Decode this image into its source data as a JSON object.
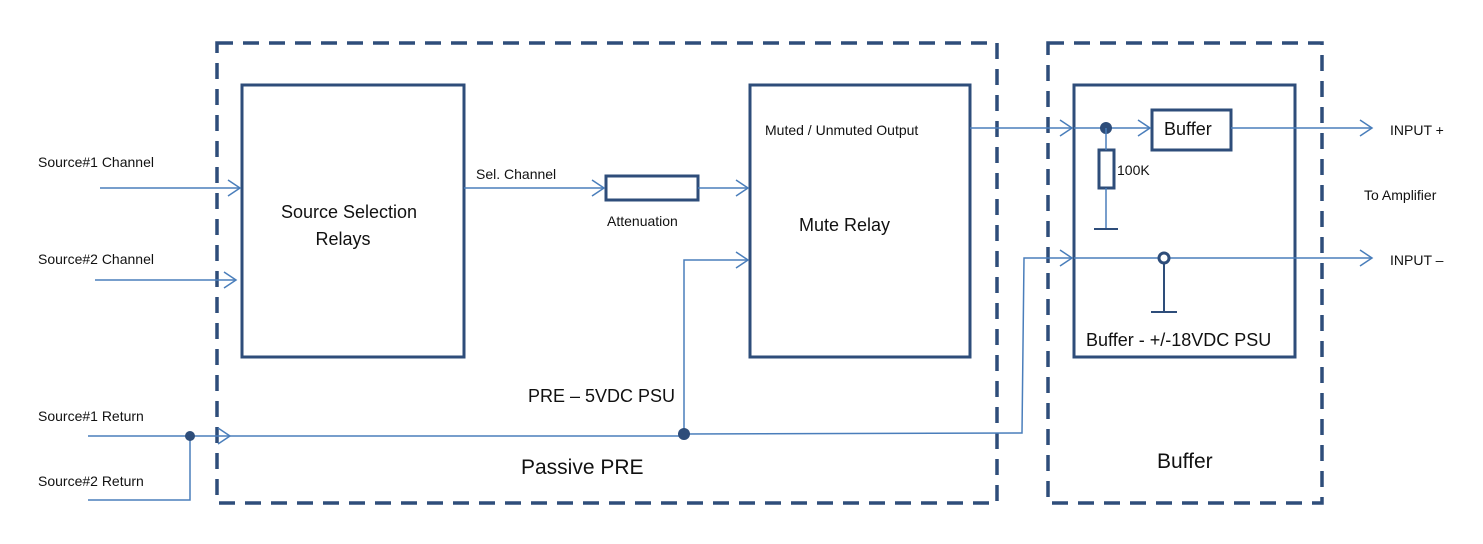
{
  "inputs": {
    "source1_channel": "Source#1  Channel",
    "source2_channel": "Source#2 Channel",
    "source1_return": "Source#1 Return",
    "source2_return": "Source#2 Return"
  },
  "passive_pre": {
    "title": "Passive PRE",
    "source_selection_line1": "Source Selection",
    "source_selection_line2": "Relays",
    "sel_channel": "Sel. Channel",
    "attenuation": "Attenuation",
    "mute_relay": "Mute Relay",
    "muted_output": "Muted / Unmuted Output",
    "psu": "PRE – 5VDC PSU"
  },
  "buffer_section": {
    "title": "Buffer",
    "buffer_block": "Buffer",
    "resistor": "100K",
    "psu": "Buffer - +/-18VDC PSU"
  },
  "outputs": {
    "input_plus": "INPUT +",
    "input_minus": "INPUT –",
    "to_amplifier": "To Amplifier"
  },
  "colors": {
    "wire": "#4a7ebb",
    "block_border": "#2e4d7a"
  }
}
